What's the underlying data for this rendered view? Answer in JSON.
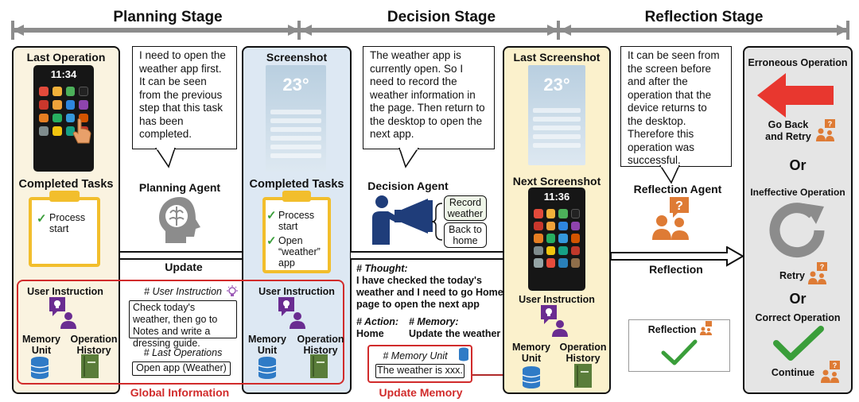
{
  "stages": {
    "planning": "Planning Stage",
    "decision": "Decision Stage",
    "reflection": "Reflection Stage"
  },
  "planning": {
    "last_operation": "Last Operation",
    "phone_time": "11:34",
    "completed_tasks": "Completed Tasks",
    "task1": "Process start",
    "bubble": "I need to open the weather app first. It can be seen from the previous step that this task has been completed.",
    "agent": "Planning Agent",
    "update": "Update"
  },
  "screenshot_panel": {
    "title": "Screenshot",
    "temp": "23°",
    "completed_tasks": "Completed Tasks",
    "task1": "Process start",
    "task2": "Open “weather” app",
    "user_instruction": "User Instruction",
    "memory_unit": "Memory Unit",
    "operation_history": "Operation History"
  },
  "global_info": {
    "user_instruction": "User Instruction",
    "memory_unit": "Memory Unit",
    "operation_history": "Operation History",
    "instr_heading": "# User Instruction",
    "instr_text": "Check today's weather, then go to Notes and write a dressing guide.",
    "last_ops_heading": "# Last Operations",
    "last_ops_text": "Open app (Weather)",
    "label": "Global Information"
  },
  "decision": {
    "bubble": "The weather app is currently open. So I need to record the weather information in the page. Then return to the desktop to open the next app.",
    "agent": "Decision Agent",
    "option1": "Record weather",
    "option2": "Back to home",
    "thought_heading": "# Thought:",
    "thought_text": "I have checked the today's weather and I need to go Home page to open the next app",
    "action_heading": "# Action:",
    "action_text": "Home",
    "memory_heading": "# Memory:",
    "memory_text": "Update the weather",
    "memory_unit_heading": "# Memory Unit",
    "memory_unit_text": "The weather is xxx.",
    "update_memory": "Update Memory"
  },
  "last_screenshot_panel": {
    "title": "Last Screenshot",
    "temp": "23°",
    "next_title": "Next Screenshot",
    "phone_time": "11:36",
    "user_instruction": "User Instruction",
    "memory_unit": "Memory Unit",
    "operation_history": "Operation History"
  },
  "reflection": {
    "bubble": "It can be seen from the screen before and after the operation that the device returns to the desktop. Therefore this operation was successful.",
    "agent": "Reflection Agent",
    "arrow_label": "Reflection",
    "result_label": "Reflection"
  },
  "outcomes": {
    "erroneous": "Erroneous Operation",
    "go_back": "Go Back and Retry",
    "or1": "Or",
    "ineffective": "Ineffective Operation",
    "retry": "Retry",
    "or2": "Or",
    "correct": "Correct Operation",
    "continue": "Continue"
  },
  "colors": {
    "arrow_gray": "#8c8c8c",
    "panel_cream": "#faf3e0",
    "panel_blue": "#dde8f3",
    "panel_yellow": "#fbf1cc",
    "panel_gray": "#e5e5e5",
    "red": "#d12b2b",
    "orange": "#de7b35",
    "purple": "#6a2c91",
    "blue_icon": "#2f7bc6",
    "green_book": "#5a7d3a",
    "check_green": "#3a9e3a",
    "navy": "#1f3d7a"
  }
}
